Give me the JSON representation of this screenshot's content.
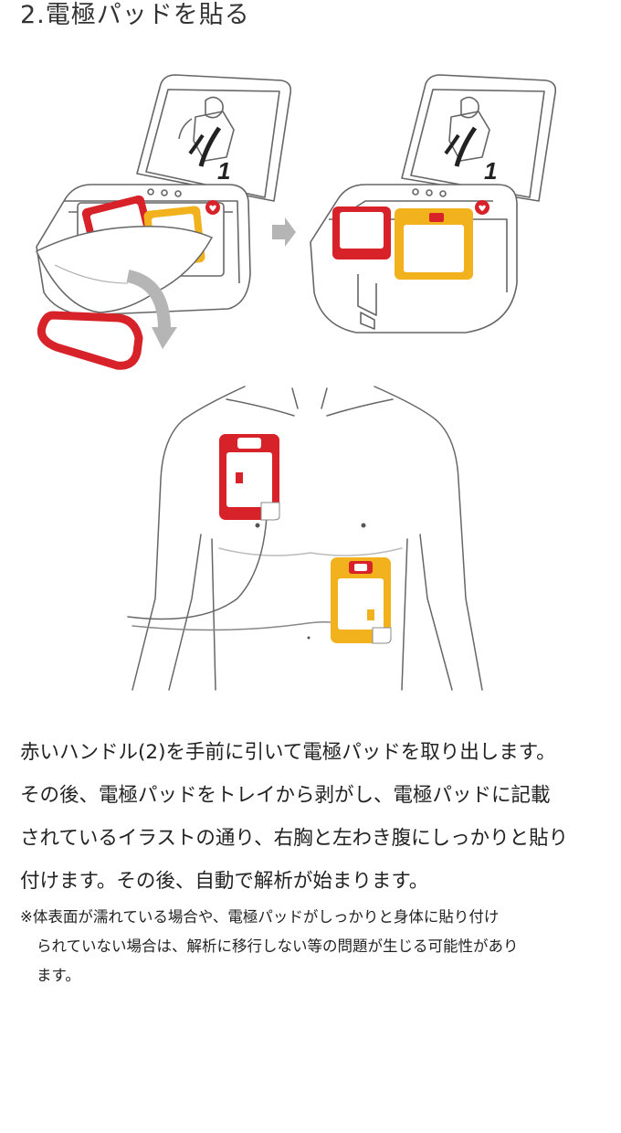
{
  "section": {
    "title": "2.電極パッドを貼る"
  },
  "illustration": {
    "step_number": "1"
  },
  "body": {
    "lines": [
      "赤いハンドル(2)を手前に引いて電極パッドを取り出します。",
      "その後、電極パッドをトレイから剥がし、電極パッドに記載",
      "されているイラストの通り、右胸と左わき腹にしっかりと貼り",
      "付けます。その後、自動で解析が始まります。"
    ]
  },
  "note": {
    "lines": [
      "※体表面が濡れている場合や、電極パッドがしっかりと身体に貼り付け",
      "られていない場合は、解析に移行しない等の問題が生じる可能性があり",
      "ます。"
    ]
  },
  "colors": {
    "red": "#d8222a",
    "yellow": "#f2b21e",
    "line": "#555555",
    "arrow": "#b5b5b5"
  }
}
